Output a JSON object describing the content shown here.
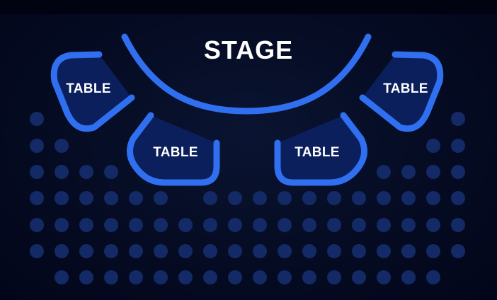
{
  "stage": {
    "label": "STAGE"
  },
  "tables": [
    {
      "label": "TABLE"
    },
    {
      "label": "TABLE"
    },
    {
      "label": "TABLE"
    },
    {
      "label": "TABLE"
    }
  ],
  "colors": {
    "background": "#050b22",
    "outline": "#2f6ff0",
    "table_fill": "#0b1f5c",
    "seat": "#132a66",
    "label": "#ffffff"
  }
}
